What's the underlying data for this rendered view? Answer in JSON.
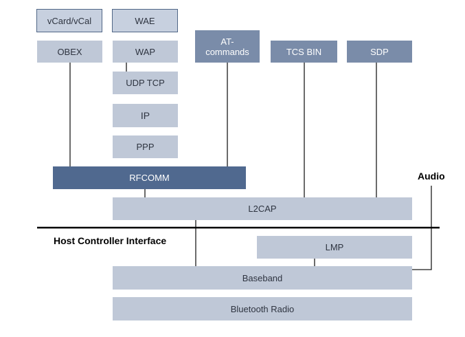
{
  "diagram": {
    "boxes": {
      "vcard": "vCard/vCal",
      "wae": "WAE",
      "obex": "OBEX",
      "wap": "WAP",
      "at_commands": "AT-\ncommands",
      "tcs_bin": "TCS BIN",
      "sdp": "SDP",
      "udp_tcp": "UDP   TCP",
      "ip": "IP",
      "ppp": "PPP",
      "rfcomm": "RFCOMM",
      "l2cap": "L2CAP",
      "lmp": "LMP",
      "baseband": "Baseband",
      "bluetooth_radio": "Bluetooth Radio"
    },
    "labels": {
      "audio": "Audio",
      "host_controller_interface": "Host Controller Interface"
    }
  }
}
